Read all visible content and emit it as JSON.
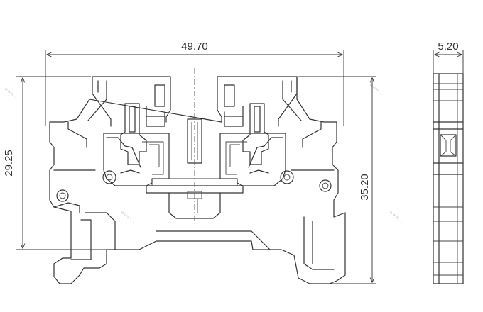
{
  "dimensions": {
    "overall_width": "49.70",
    "side_width": "5.20",
    "height_to_rail": "29.25",
    "overall_height": "35.20"
  },
  "watermark": "www.",
  "colors": {
    "line": "#333333",
    "background": "#ffffff"
  }
}
